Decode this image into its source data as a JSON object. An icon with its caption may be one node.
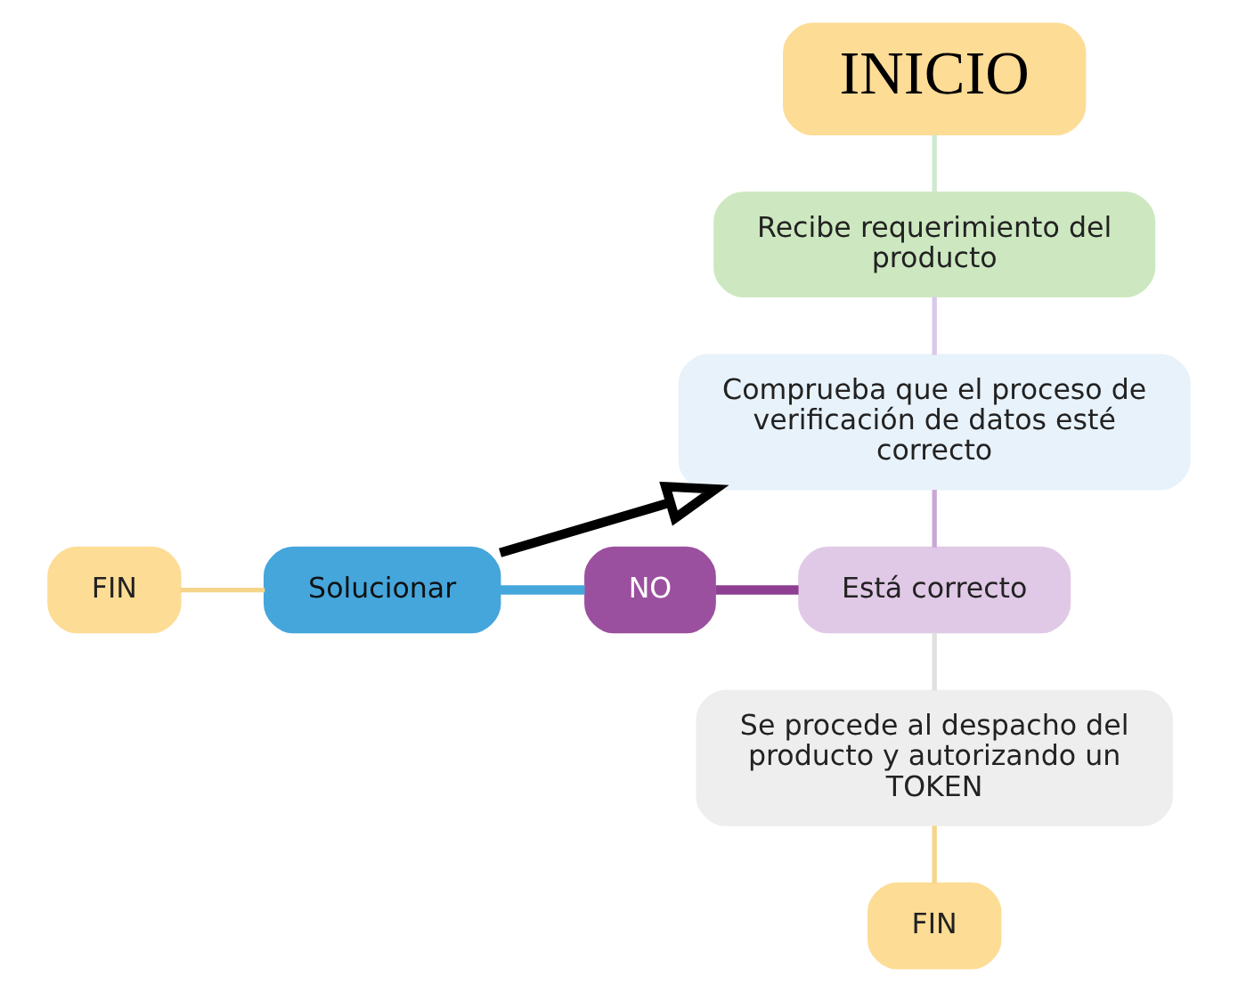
{
  "diagram": {
    "nodes": [
      {
        "text": [
          "INICIO"
        ]
      },
      {
        "text": [
          "Recibe requerimiento del producto"
        ]
      },
      {
        "text": [
          "Comprueba que el proceso de verificación de datos esté correcto"
        ]
      },
      {
        "text": [
          "Está correcto"
        ]
      },
      {
        "text": [
          "Se procede al despacho del producto y autorizando un TOKEN"
        ]
      },
      {
        "text": [
          "FIN"
        ]
      },
      {
        "text": [
          "NO"
        ]
      },
      {
        "text": [
          "Solucionar"
        ]
      },
      {
        "text": [
          "FIN"
        ]
      }
    ],
    "edges": [
      {
        "from": 0,
        "to": 1,
        "arrow": "none",
        "color": "#cfe8d0"
      },
      {
        "from": 1,
        "to": 2,
        "arrow": "none",
        "color": "#d9c8ec"
      },
      {
        "from": 2,
        "to": 3,
        "arrow": "none",
        "color": "#c9a6d6"
      },
      {
        "from": 3,
        "to": 4,
        "arrow": "none",
        "color": "#e0e0e0"
      },
      {
        "from": 4,
        "to": 5,
        "arrow": "none",
        "color": "#f6d58a"
      },
      {
        "from": 3,
        "to": 6,
        "arrow": "none",
        "style": "thick",
        "color": "#8e3f92"
      },
      {
        "from": 6,
        "to": 7,
        "arrow": "none",
        "style": "thick",
        "color": "#45a6dc"
      },
      {
        "from": 7,
        "to": 8,
        "arrow": "none",
        "color": "#f6d58a"
      },
      {
        "from": 7,
        "to": 2,
        "arrow": "to",
        "style": "thick",
        "color": "#000000"
      }
    ]
  }
}
